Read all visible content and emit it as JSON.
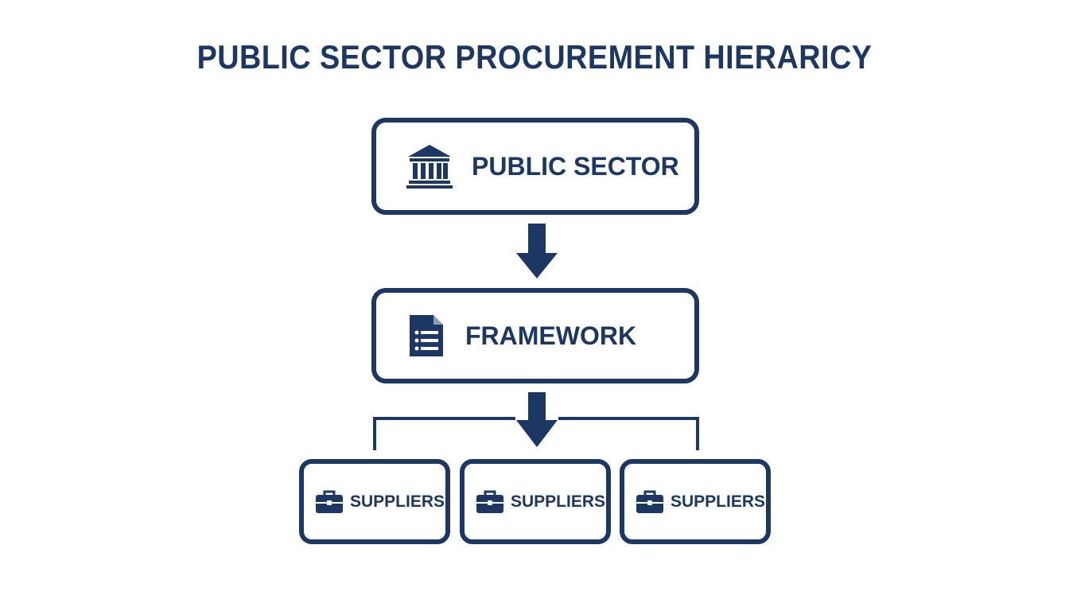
{
  "diagram": {
    "title": "PUBLIC SECTOR PROCUREMENT HIERARICY",
    "nodes": {
      "public_sector": {
        "label": "PUBLIC SECTOR",
        "icon": "government-building-icon"
      },
      "framework": {
        "label": "FRAMEWORK",
        "icon": "document-list-icon"
      },
      "suppliers": [
        {
          "label": "SUPPLIERS",
          "icon": "briefcase-icon"
        },
        {
          "label": "SUPPLIERS",
          "icon": "briefcase-icon"
        },
        {
          "label": "SUPPLIERS",
          "icon": "briefcase-icon"
        }
      ]
    },
    "colors": {
      "primary": "#1c3763",
      "background": "#ffffff"
    }
  }
}
